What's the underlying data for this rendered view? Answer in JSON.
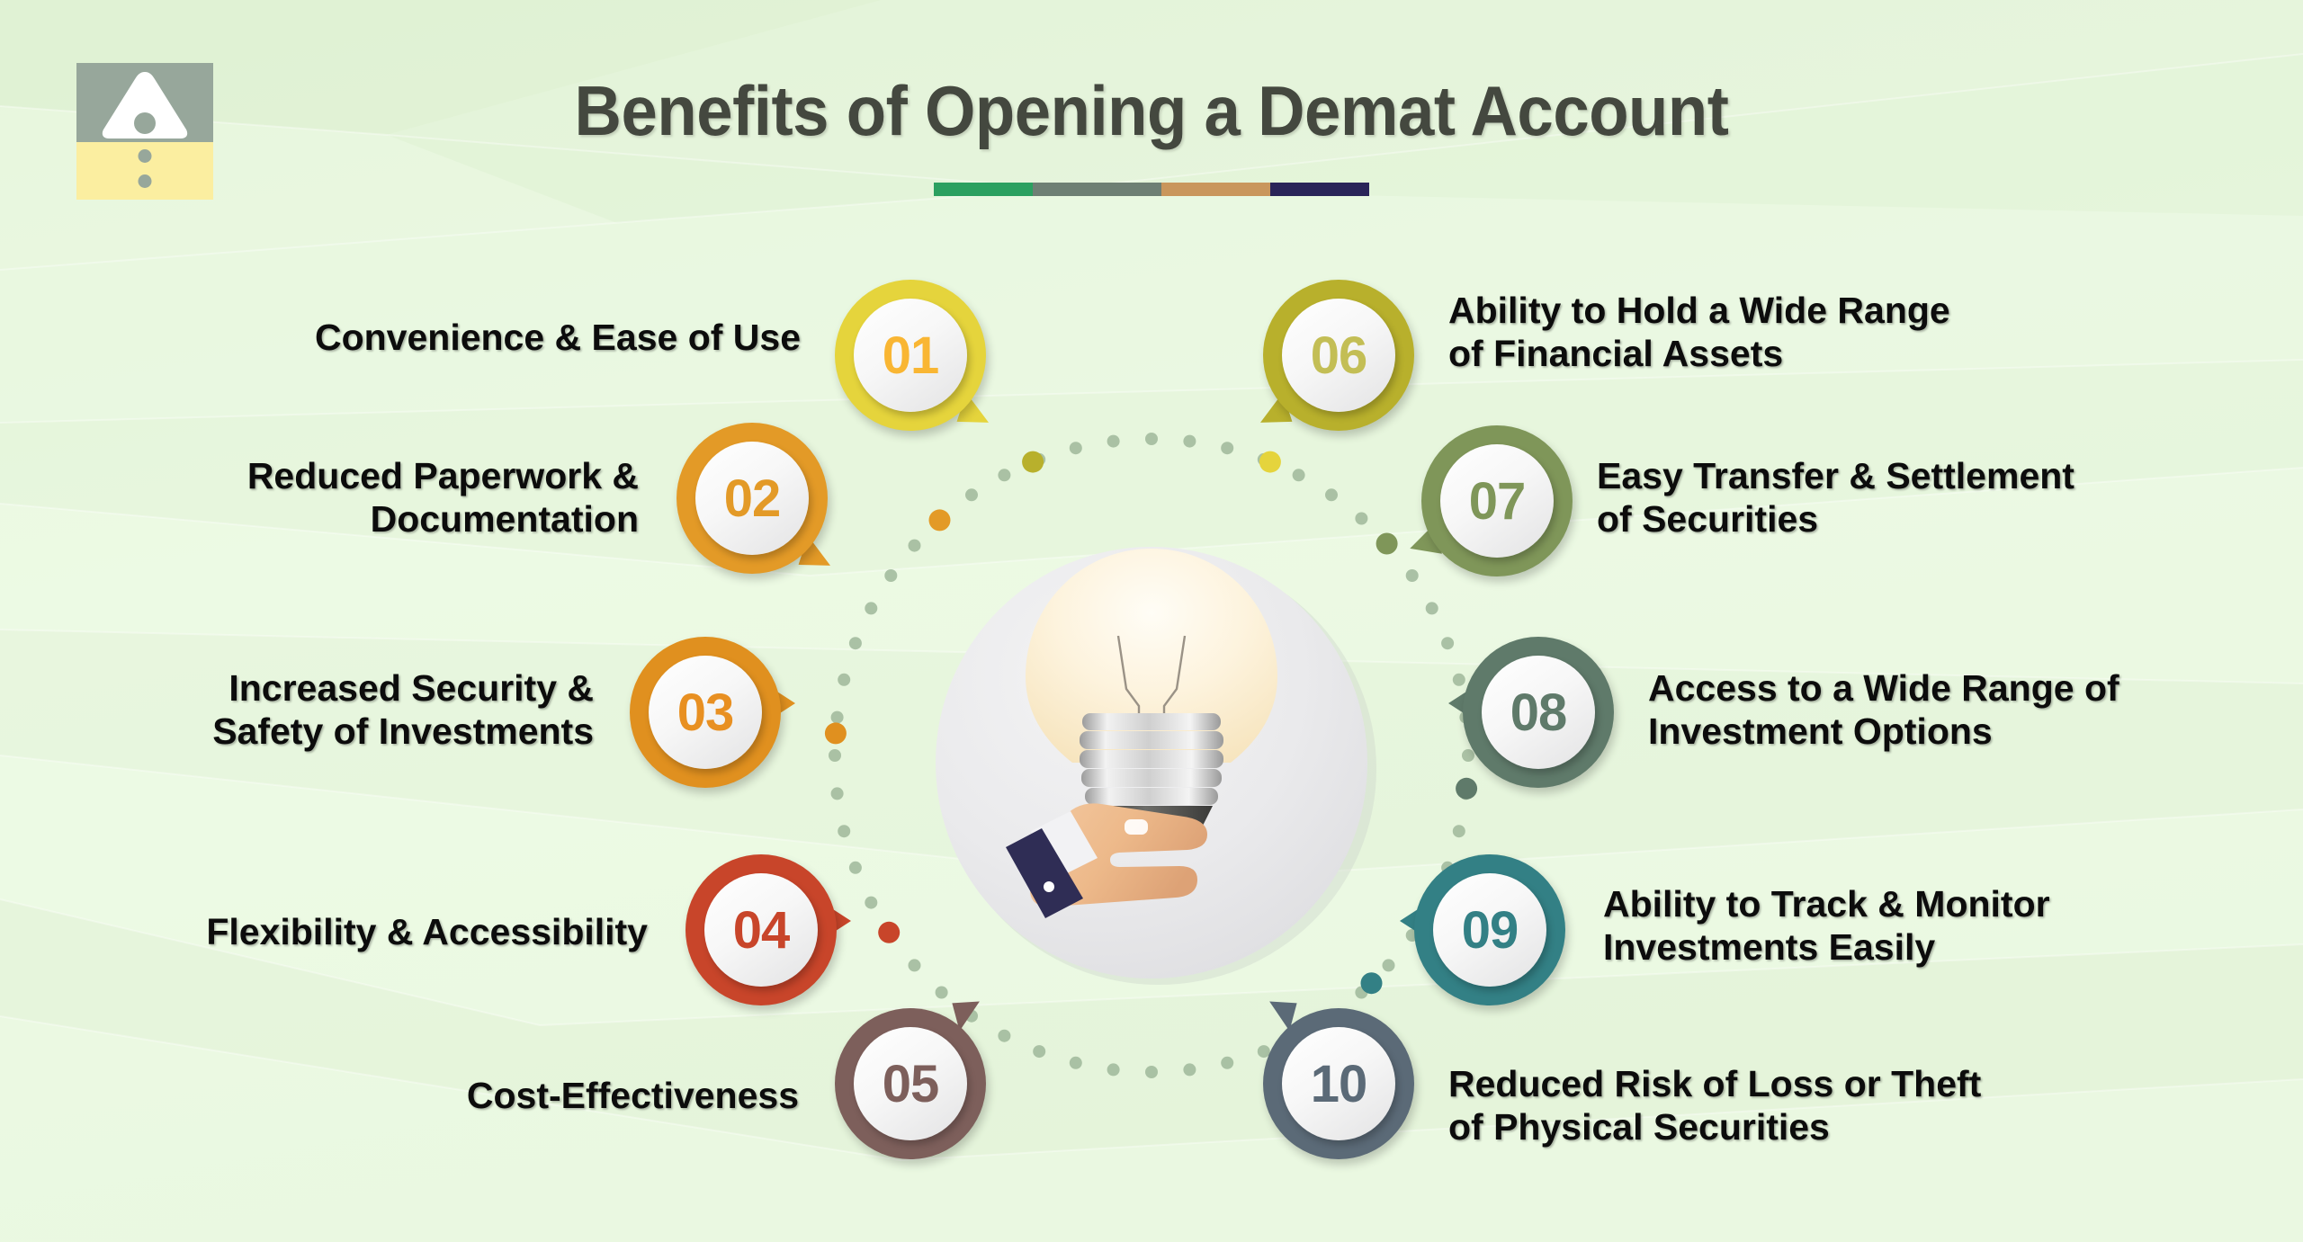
{
  "header": {
    "title": "Benefits of Opening a Demat Account",
    "underline_segments": [
      "#2ba060",
      "#6e7f74",
      "#c9965c",
      "#2a2559"
    ]
  },
  "logo": {
    "name": "triangle-dot-logo",
    "top_color": "#97a79b",
    "bottom_color": "#fbeea0",
    "mark_color": "#ffffff"
  },
  "center": {
    "illustration": "hand-holding-lightbulb-icon",
    "bulb_glow_color": "#fbe9bd",
    "hand_color": "#edb98a",
    "cuff_color": "#2f2d55",
    "disc_color": "#e8e8ea"
  },
  "items": [
    {
      "number": "01",
      "label": "Convenience & Ease of Use",
      "color": "#e5d43c",
      "num_color": "#f9b633",
      "side": "left"
    },
    {
      "number": "02",
      "label": "Reduced Paperwork &\nDocumentation",
      "color": "#e39a27",
      "num_color": "#e39a27",
      "side": "left"
    },
    {
      "number": "03",
      "label": "Increased Security &\nSafety of Investments",
      "color": "#e0901f",
      "num_color": "#e89022",
      "side": "left"
    },
    {
      "number": "04",
      "label": "Flexibility & Accessibility",
      "color": "#c8452a",
      "num_color": "#c8452a",
      "side": "left"
    },
    {
      "number": "05",
      "label": "Cost-Effectiveness",
      "color": "#7d5f5b",
      "num_color": "#7d5f5b",
      "side": "left"
    },
    {
      "number": "06",
      "label": "Ability to Hold a Wide Range\nof Financial Assets",
      "color": "#b8b02c",
      "num_color": "#c3be55",
      "side": "right"
    },
    {
      "number": "07",
      "label": "Easy Transfer & Settlement\nof Securities",
      "color": "#7f9659",
      "num_color": "#7f9659",
      "side": "right"
    },
    {
      "number": "08",
      "label": "Access to a Wide Range of\nInvestment Options",
      "color": "#5f7a6a",
      "num_color": "#5f7a6a",
      "side": "right"
    },
    {
      "number": "09",
      "label": "Ability to Track & Monitor\nInvestments Easily",
      "color": "#338085",
      "num_color": "#338085",
      "side": "right"
    },
    {
      "number": "10",
      "label": "Reduced Risk of Loss or Theft\nof Physical Securities",
      "color": "#5b6a77",
      "num_color": "#5b6a77",
      "side": "right"
    }
  ],
  "background": {
    "base_color": "#eaf8e0",
    "facet_color": "#dff0d4"
  }
}
